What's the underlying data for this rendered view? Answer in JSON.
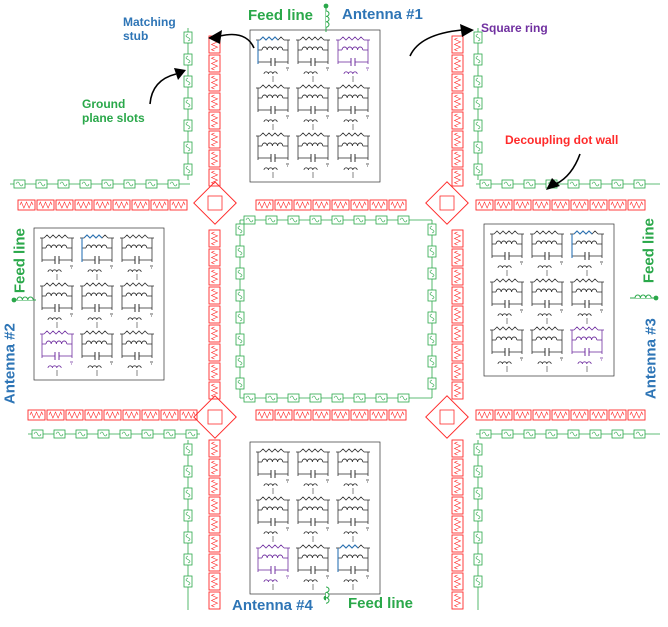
{
  "labels": {
    "feed_line_top": "Feed line",
    "antenna_1": "Antenna #1",
    "matching_stub": "Matching stub",
    "square_ring": "Square ring",
    "ground_plane_slots": "Ground plane slots",
    "decoupling_dot_wall": "Decoupling dot wall",
    "feed_line_left": "Feed line",
    "antenna_2": "Antenna #2",
    "feed_line_right": "Feed line",
    "antenna_3": "Antenna #3",
    "antenna_4": "Antenna #4",
    "feed_line_bottom": "Feed line"
  },
  "colors": {
    "feed": "#2aa84a",
    "antenna": "#2e75b6",
    "stub": "#2e75b6",
    "ring": "#7030a0",
    "ground": "#2aa84a",
    "wall": "#ff2a2a",
    "circuit": "#333333"
  }
}
